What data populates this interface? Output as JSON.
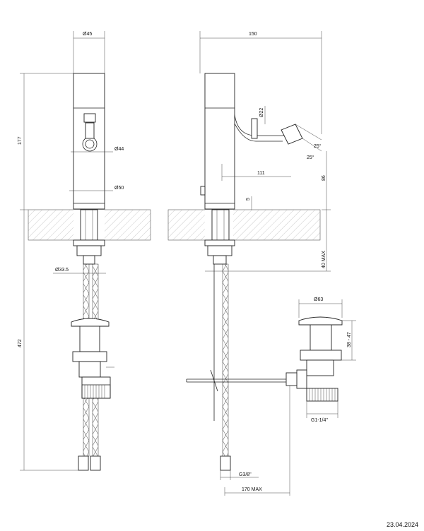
{
  "dimensions": {
    "d45": "Ø45",
    "h177": "177",
    "d44": "Ø44",
    "d50": "Ø50",
    "d33_5": "Ø33.5",
    "h472": "472",
    "w150": "150",
    "d22": "Ø22",
    "a25a": "25°",
    "a25b": "25°",
    "w111": "111",
    "h86": "86",
    "h5": "5",
    "max40": "40 MAX",
    "d63": "Ø63",
    "h38_47": "38 - 47",
    "g1_14": "G1-1/4\"",
    "g3_8": "G3/8\"",
    "max170": "170 MAX"
  },
  "footer": {
    "date": "23.04.2024"
  }
}
